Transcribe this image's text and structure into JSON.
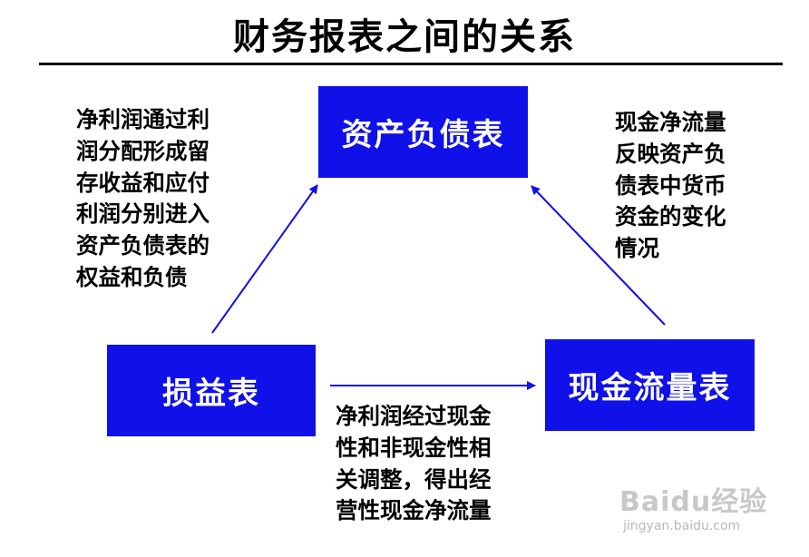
{
  "title": "财务报表之间的关系",
  "boxes": {
    "balance_sheet": "资产负债表",
    "income_statement": "损益表",
    "cash_flow": "现金流量表"
  },
  "notes": {
    "left": [
      "净利润通过利",
      "润分配形成留",
      "存收益和应付",
      "利润分别进入",
      "资产负债表的",
      "权益和负债"
    ],
    "right": [
      "现金净流量",
      "反映资产负",
      "债表中货币",
      "资金的变化",
      "情况"
    ],
    "bottom": [
      "净利润经过现金",
      "性和非现金性相",
      "关调整，得出经",
      "营性现金净流量"
    ]
  },
  "colors": {
    "box_fill": "#1010e8",
    "box_text": "#ffffff",
    "arrow": "#1010e8"
  },
  "watermark": {
    "main": "Baidu经验",
    "sub": "jingyan.baidu.com"
  }
}
